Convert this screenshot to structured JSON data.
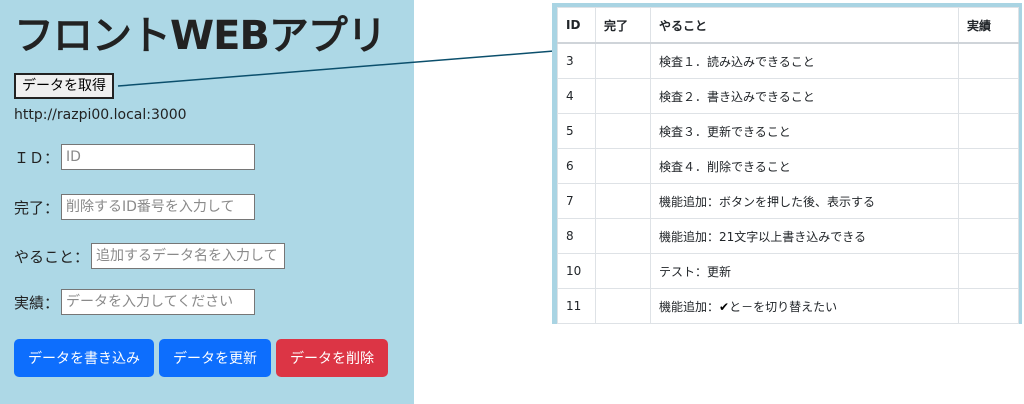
{
  "app": {
    "title": "フロントWEBアプリ",
    "fetch_button": "データを取得",
    "server_url": "http://razpi00.local:3000"
  },
  "form": {
    "id_label": "ＩＤ：",
    "id_placeholder": "ID",
    "done_label": "完了：",
    "done_placeholder": "削除するID番号を入力して",
    "todo_label": "やること：",
    "todo_placeholder": "追加するデータ名を入力して",
    "result_label": "実績：",
    "result_placeholder": "データを入力してください"
  },
  "actions": {
    "write_label": "データを書き込み",
    "update_label": "データを更新",
    "delete_label": "データを削除"
  },
  "colors": {
    "panel_bg": "#add8e6",
    "primary": "#0d6efd",
    "danger": "#dc3545",
    "connector": "#0b4f6c"
  },
  "table": {
    "headers": [
      "ID",
      "完了",
      "やること",
      "実績"
    ],
    "rows": [
      {
        "id": "3",
        "done": "",
        "todo": "検査１．読み込みできること",
        "result": ""
      },
      {
        "id": "4",
        "done": "",
        "todo": "検査２．書き込みできること",
        "result": ""
      },
      {
        "id": "5",
        "done": "",
        "todo": "検査３．更新できること",
        "result": ""
      },
      {
        "id": "6",
        "done": "",
        "todo": "検査４．削除できること",
        "result": ""
      },
      {
        "id": "7",
        "done": "",
        "todo": "機能追加：ボタンを押した後、表示する",
        "result": ""
      },
      {
        "id": "8",
        "done": "",
        "todo": "機能追加：21文字以上書き込みできる",
        "result": ""
      },
      {
        "id": "10",
        "done": "",
        "todo": "テスト：更新",
        "result": ""
      },
      {
        "id": "11",
        "done": "",
        "todo_prefix": "機能追加：",
        "todo_check": "✔",
        "todo_suffix": "と－を切り替えたい",
        "result": ""
      }
    ]
  }
}
